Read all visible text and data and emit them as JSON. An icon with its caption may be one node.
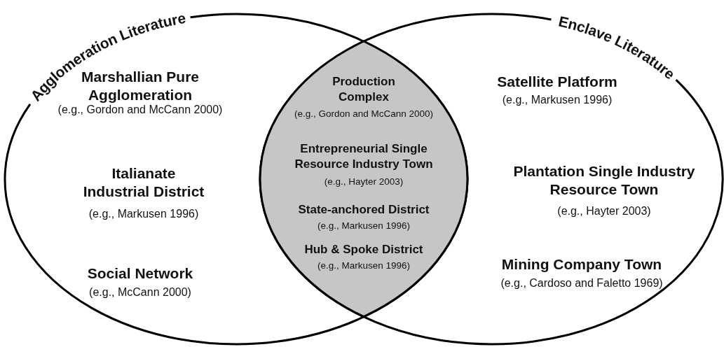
{
  "diagram": {
    "nodes": [
      {
        "text": [
          "Agglomeration Literature",
          "Marshallian Pure Agglomeration",
          "(e.g., Gordon and McCann 2000)",
          "Italianate Industrial District",
          "(e.g., Markusen 1996)",
          "Social Network",
          "(e.g., McCann 2000)"
        ]
      },
      {
        "text": [
          "Enclave Literature",
          "Satellite Platform",
          "(e.g., Markusen 1996)",
          "Plantation Single Industry Resource Town",
          "(e.g., Hayter 2003)",
          "Mining Company Town",
          "(e.g., Cardoso and Faletto 1969)"
        ]
      },
      {
        "text": [
          "Production Complex",
          "(e.g., Gordon and McCann 2000)",
          "Entrepreneurial Single Resource Industry Town",
          "(e.g., Hayter 2003)",
          "State-anchored District",
          "(e.g., Markusen 1996)",
          "Hub & Spoke District",
          "(e.g., Markusen 1996)"
        ]
      }
    ]
  }
}
